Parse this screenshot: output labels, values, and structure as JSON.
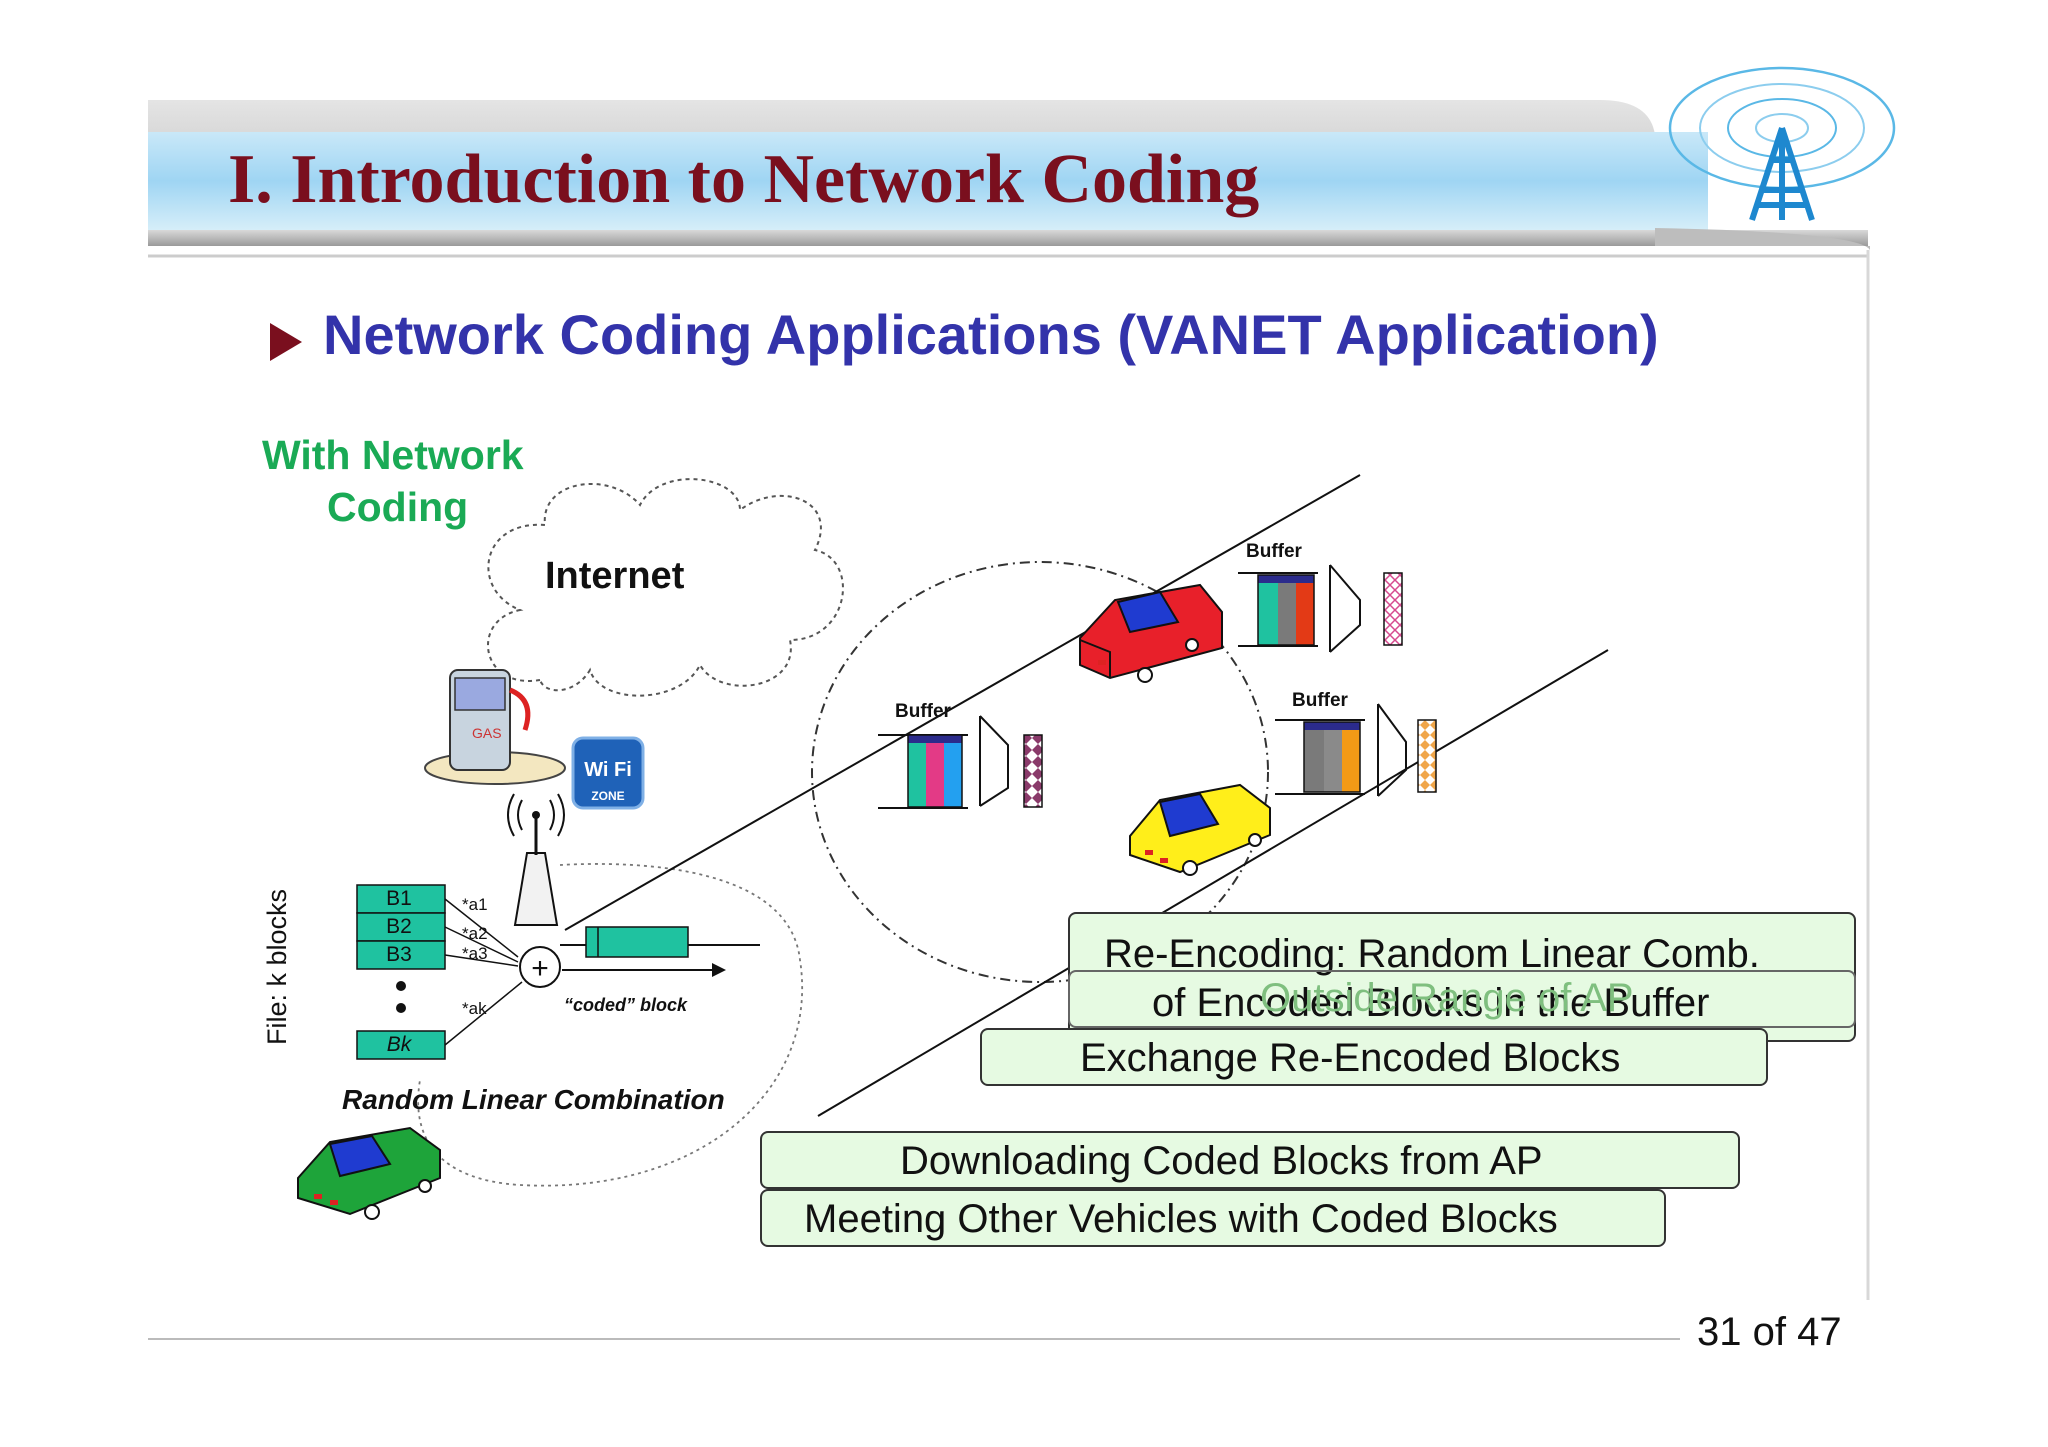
{
  "slide": {
    "title": "I. Introduction to Network Coding",
    "subtitle": "Network Coding Applications (VANET Application)",
    "with_network_coding": [
      "With Network",
      "Coding"
    ],
    "internet_label": "Internet",
    "gas_label": "GAS",
    "wifi_badge": [
      "Wi Fi",
      "ZONE"
    ],
    "buffer_label": "Buffer",
    "blocks": [
      "B1",
      "B2",
      "B3",
      "Bk"
    ],
    "coefficients": [
      "*a1",
      "*a2",
      "*a3",
      "*ak"
    ],
    "plus_symbol": "+",
    "coded_block_label": "“coded” block",
    "random_linear_combination": "Random Linear Combination",
    "file_label": "File: k blocks",
    "boxes": {
      "reencoding": [
        "Re-Encoding: Random Linear Comb.",
        "of Encoded Blocks in the Buffer"
      ],
      "outside_range": "Outside Range of AP",
      "exchange": "Exchange Re-Encoded Blocks",
      "downloading": "Downloading Coded Blocks from AP",
      "meeting": "Meeting Other Vehicles with Coded Blocks"
    },
    "page_number": "31 of 47"
  },
  "colors": {
    "title": "#7a0f1e",
    "subtitle": "#3333aa",
    "green_label": "#1aaa55",
    "box_fill": "#e6fae2",
    "header_band": "#9dd4f2"
  },
  "icons": [
    "antenna-tower-logo-icon",
    "play-bullet-icon",
    "cloud-icon",
    "gas-pump-icon",
    "wifi-zone-icon",
    "access-point-icon",
    "car-icon"
  ]
}
